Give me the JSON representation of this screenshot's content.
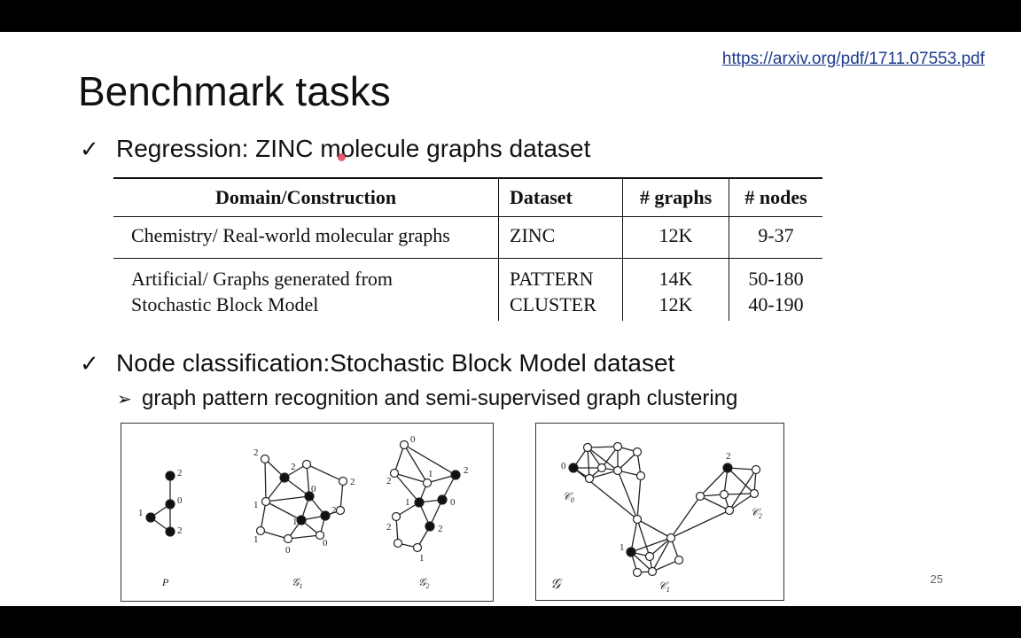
{
  "slide": {
    "link": "https://arxiv.org/pdf/1711.07553.pdf",
    "title": "Benchmark tasks",
    "bullet1": "Regression: ZINC molecule graphs dataset",
    "bullet2": "Node classification:Stochastic Block Model dataset",
    "sub_bullet": "graph pattern recognition and semi-supervised graph clustering",
    "page_number": "25",
    "check_glyph": "✓",
    "arrow_glyph": "➢"
  },
  "table": {
    "headers": [
      "Domain/Construction",
      "Dataset",
      "# graphs",
      "# nodes"
    ],
    "row1": {
      "domain": "Chemistry/ Real-world molecular graphs",
      "dataset": "ZINC",
      "graphs": "12K",
      "nodes": "9-37"
    },
    "row2": {
      "domain_line1": "Artificial/ Graphs generated from",
      "domain_line2": "Stochastic Block Model",
      "dataset_line1": "PATTERN",
      "dataset_line2": "CLUSTER",
      "graphs_line1": "14K",
      "graphs_line2": "12K",
      "nodes_line1": "50-180",
      "nodes_line2": "40-190"
    }
  },
  "figure_left": {
    "labels": {
      "p": "P",
      "g1": "𝒢",
      "g1_sub": "1",
      "g2": "𝒢",
      "g2_sub": "2"
    },
    "node_labels": [
      "0",
      "1",
      "2"
    ]
  },
  "figure_right": {
    "labels": {
      "g": "𝒢",
      "c": "𝒞",
      "c0_sub": "0",
      "c1_sub": "1",
      "c2_sub": "2"
    },
    "node_labels": [
      "0",
      "1",
      "2"
    ]
  }
}
